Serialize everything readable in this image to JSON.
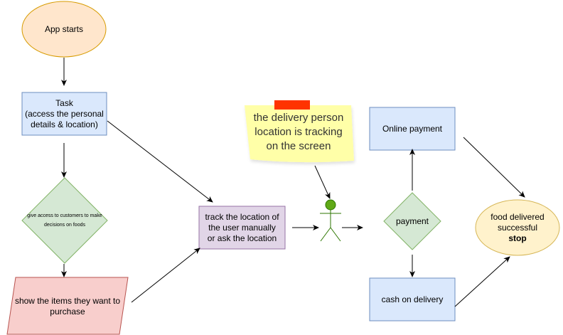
{
  "nodes": {
    "start": {
      "label": "App starts"
    },
    "task": {
      "lines": [
        "Task",
        "(access the personal",
        "details & location)"
      ]
    },
    "decision_access": {
      "lines": [
        "give access to customers to make",
        "decisions on foods"
      ]
    },
    "show_items": {
      "lines": [
        "show the items they want to",
        "purchase"
      ]
    },
    "track_location": {
      "lines": [
        "track the location of",
        "the user manually",
        "or ask the location"
      ]
    },
    "tracking_note": {
      "lines": [
        "the delivery person",
        "location is tracking",
        "on the screen"
      ]
    },
    "payment": {
      "label": "payment"
    },
    "online_payment": {
      "label": "Online payment"
    },
    "cash_on_delivery": {
      "label": "cash on delivery"
    },
    "end": {
      "lines": [
        "food delivered",
        "successful"
      ],
      "bold_line": "stop"
    }
  },
  "colors": {
    "start_fill": "#ffe6cc",
    "start_stroke": "#d79b00",
    "task_fill": "#dae8fc",
    "task_stroke": "#6c8ebf",
    "decision_fill": "#d5e8d4",
    "decision_stroke": "#82b366",
    "show_fill": "#f8cecc",
    "show_stroke": "#b85450",
    "track_fill": "#e1d5e7",
    "track_stroke": "#9673a6",
    "note_fill": "#ffffa8",
    "note_tape": "#ff3300",
    "actor_head": "#60a917",
    "actor_stroke": "#2d7600",
    "end_fill": "#fff2cc",
    "end_stroke": "#d6b656"
  }
}
